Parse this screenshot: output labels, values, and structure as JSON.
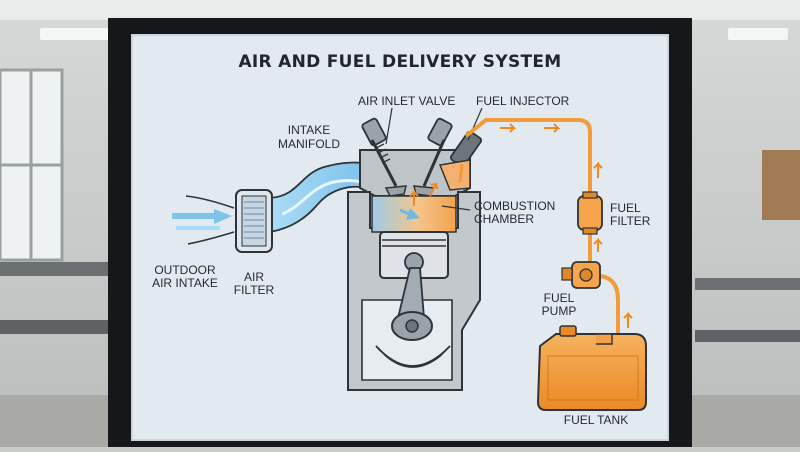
{
  "title": "AIR AND FUEL DELIVERY SYSTEM",
  "labels": {
    "air_inlet_valve": "AIR INLET VALVE",
    "fuel_injector": "FUEL INJECTOR",
    "intake_manifold_1": "INTAKE",
    "intake_manifold_2": "MANIFOLD",
    "combustion_chamber_1": "COMBUSTION",
    "combustion_chamber_2": "CHAMBER",
    "fuel_filter_1": "FUEL",
    "fuel_filter_2": "FILTER",
    "outdoor_air_intake_1": "OUTDOOR",
    "outdoor_air_intake_2": "AIR INTAKE",
    "air_filter_1": "AIR",
    "air_filter_2": "FILTER",
    "fuel_pump_1": "FUEL",
    "fuel_pump_2": "PUMP",
    "fuel_tank": "FUEL TANK"
  },
  "colors": {
    "air_flow": "#7ec3ec",
    "fuel_line": "#f29b3a",
    "engine_metal": "#bfc4c9",
    "outline": "#2e3338",
    "board_background": "#e2e9ef",
    "frame": "#15171a"
  }
}
